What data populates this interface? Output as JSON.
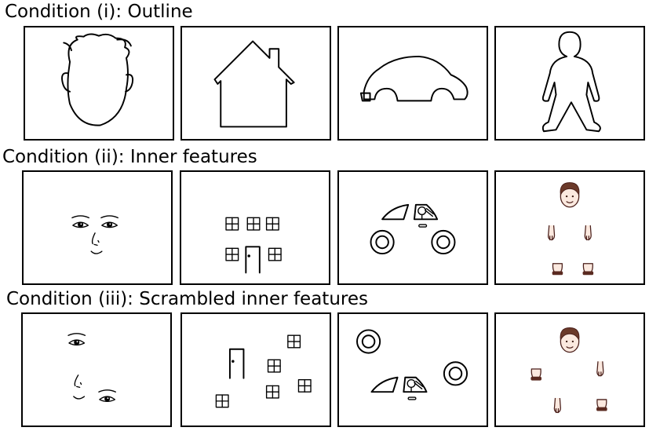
{
  "conditions": [
    {
      "title": "Condition (i): Outline",
      "panels": [
        {
          "object": "face-outline"
        },
        {
          "object": "house-outline"
        },
        {
          "object": "car-outline"
        },
        {
          "object": "body-outline"
        }
      ]
    },
    {
      "title": "Condition (ii): Inner features",
      "panels": [
        {
          "object": "face-inner-features"
        },
        {
          "object": "house-inner-features"
        },
        {
          "object": "car-inner-features"
        },
        {
          "object": "body-inner-features"
        }
      ]
    },
    {
      "title": "Condition (iii): Scrambled inner features",
      "panels": [
        {
          "object": "face-scrambled-features"
        },
        {
          "object": "house-scrambled-features"
        },
        {
          "object": "car-scrambled-features"
        },
        {
          "object": "body-scrambled-features"
        }
      ]
    }
  ]
}
